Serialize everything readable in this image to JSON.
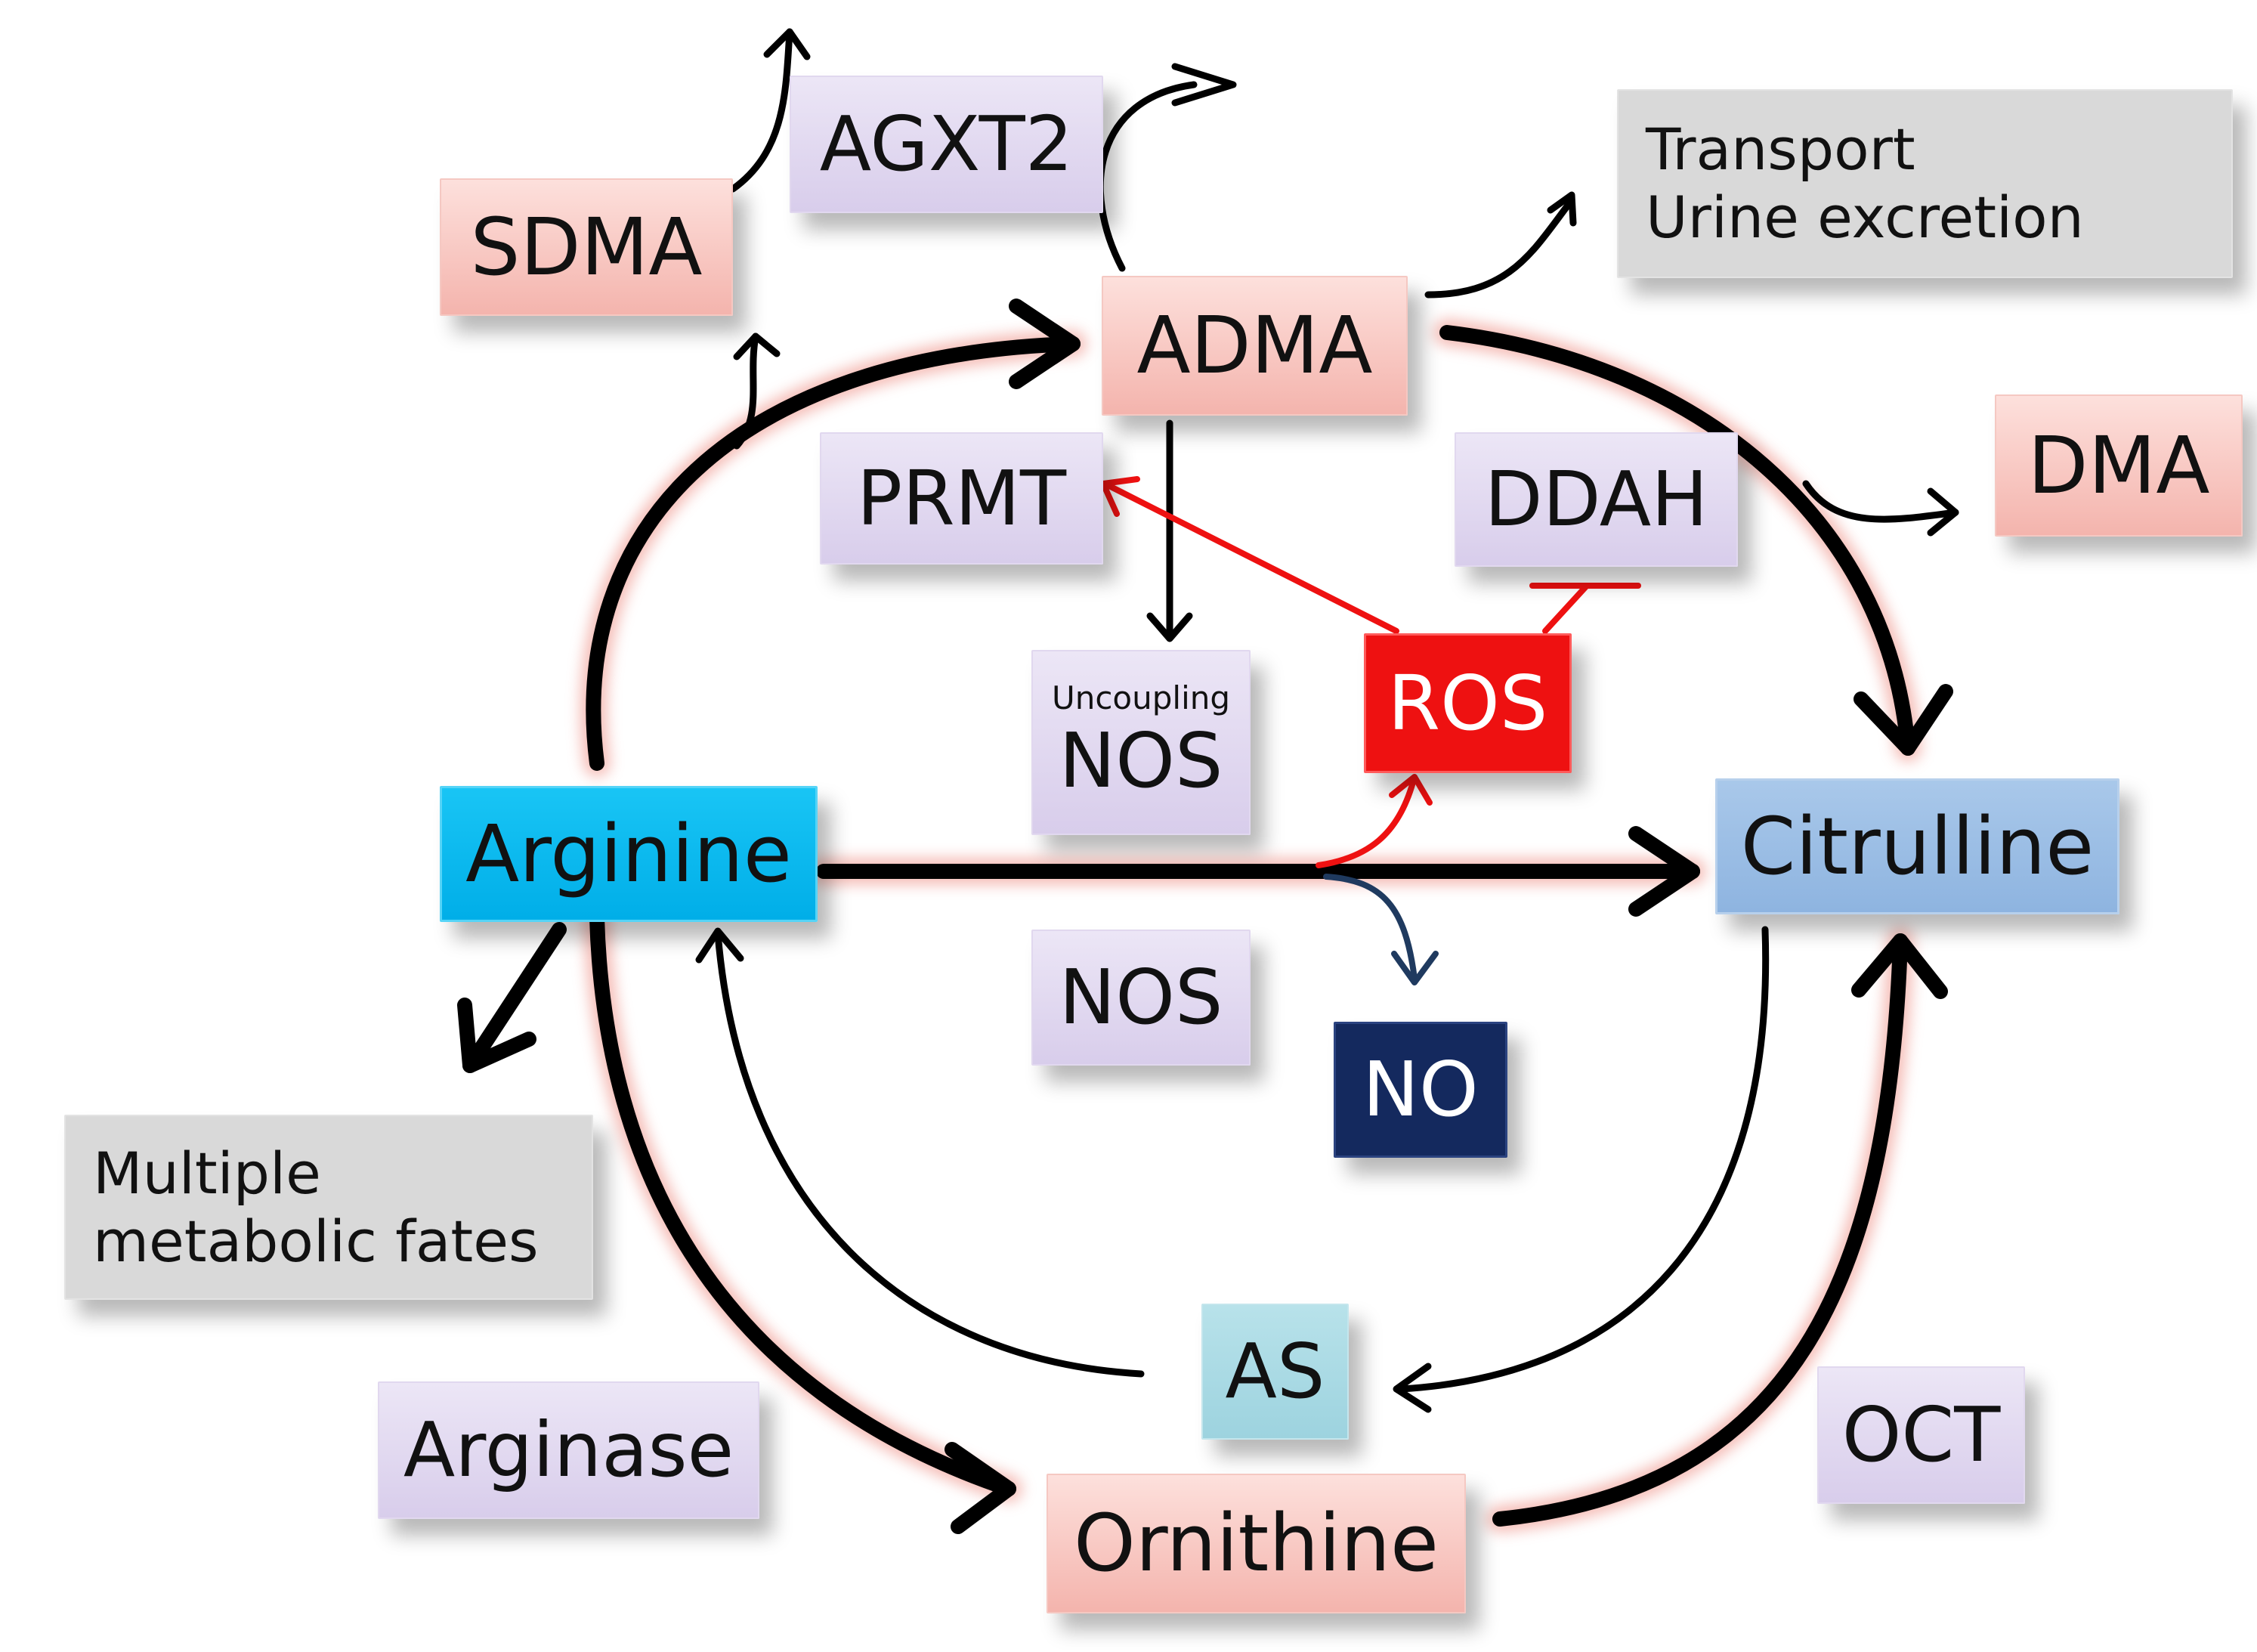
{
  "nodes": {
    "sdma": "SDMA",
    "agxt2": "AGXT2",
    "transport_line1": "Transport",
    "transport_line2": "Urine excretion",
    "adma": "ADMA",
    "dma": "DMA",
    "prmt": "PRMT",
    "ddah": "DDAH",
    "uncoupling_label": "Uncoupling",
    "uncoupling_nos": "NOS",
    "ros": "ROS",
    "arginine": "Arginine",
    "citrulline": "Citrulline",
    "nos": "NOS",
    "no": "NO",
    "multiple_line1": "Multiple",
    "multiple_line2": "metabolic fates",
    "as": "AS",
    "arginase": "Arginase",
    "oct": "OCT",
    "ornithine": "Ornithine"
  },
  "colors": {
    "arrow_black": "#000000",
    "inhibition_red": "#ee1111",
    "no_arrow_navy": "#1f3a5f",
    "node_pink": "#f4b4ad",
    "node_lilac": "#d8cdeb",
    "node_grey": "#d9d9d9",
    "node_cyan": "#00aee8",
    "node_sky": "#8eb4e0",
    "node_teal": "#9dd3df",
    "node_red": "#ee1111",
    "node_navy": "#14295e"
  }
}
